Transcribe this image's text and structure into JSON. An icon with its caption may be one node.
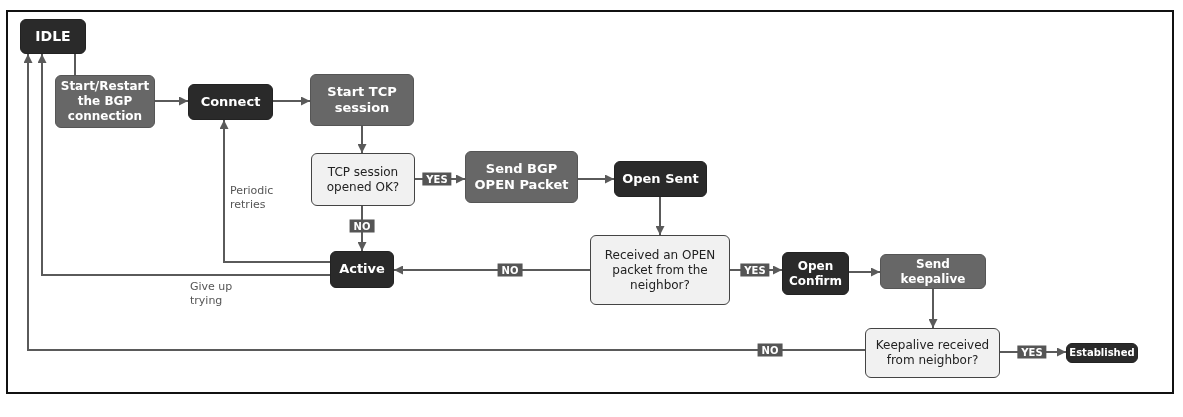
{
  "diagram": {
    "nodes": [
      {
        "text": [
          "IDLE"
        ]
      },
      {
        "text": [
          "Start/Restart the BGP connection"
        ]
      },
      {
        "text": [
          "Connect"
        ]
      },
      {
        "text": [
          "Start TCP session"
        ]
      },
      {
        "text": [
          "TCP session opened OK?"
        ]
      },
      {
        "text": [
          "Send BGP OPEN Packet"
        ]
      },
      {
        "text": [
          "Open Sent"
        ]
      },
      {
        "text": [
          "Active"
        ]
      },
      {
        "text": [
          "Received an OPEN packet from the neighbor?"
        ]
      },
      {
        "text": [
          "Open Confirm"
        ]
      },
      {
        "text": [
          "Send keepalive"
        ]
      },
      {
        "text": [
          "Keepalive received from neighbor?"
        ]
      },
      {
        "text": [
          "Established"
        ]
      }
    ],
    "edges": [
      {
        "from": 0,
        "to": 1,
        "arrow": "none"
      },
      {
        "from": 1,
        "to": 2,
        "arrow": "to"
      },
      {
        "from": 2,
        "to": 3,
        "arrow": "to"
      },
      {
        "from": 3,
        "to": 4,
        "arrow": "to"
      },
      {
        "from": 4,
        "to": 5,
        "arrow": "to",
        "label": "YES"
      },
      {
        "from": 4,
        "to": 7,
        "arrow": "to",
        "label": "NO"
      },
      {
        "from": 5,
        "to": 6,
        "arrow": "to"
      },
      {
        "from": 6,
        "to": 8,
        "arrow": "to"
      },
      {
        "from": 8,
        "to": 7,
        "arrow": "to",
        "label": "NO"
      },
      {
        "from": 7,
        "to": 2,
        "arrow": "to",
        "label": "Periodic retries"
      },
      {
        "from": 7,
        "to": 0,
        "arrow": "to",
        "label": "Give up trying"
      },
      {
        "from": 8,
        "to": 9,
        "arrow": "to",
        "label": "YES"
      },
      {
        "from": 9,
        "to": 10,
        "arrow": "to"
      },
      {
        "from": 10,
        "to": 11,
        "arrow": "to"
      },
      {
        "from": 11,
        "to": 12,
        "arrow": "to",
        "label": "YES"
      },
      {
        "from": 11,
        "to": 0,
        "arrow": "to",
        "label": "NO"
      }
    ]
  }
}
